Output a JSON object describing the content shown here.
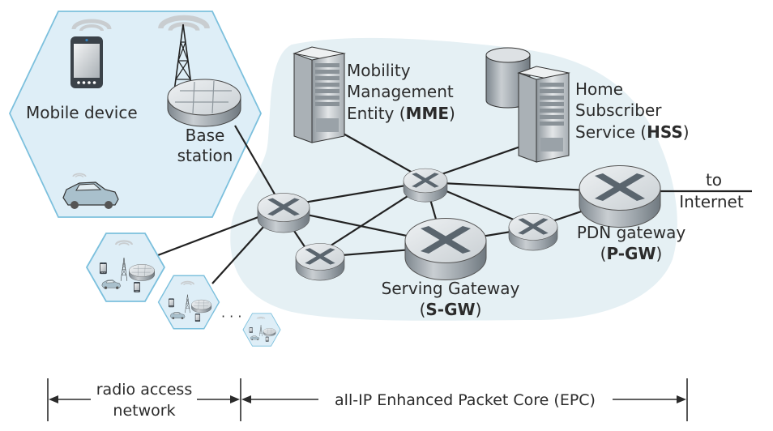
{
  "title": "4G LTE architecture: radio access network and all-IP Enhanced Packet Core",
  "colors": {
    "cell_fill": "#deeef7",
    "cell_stroke": "#7cc0dd",
    "epc_cloud": "#e5f0f4",
    "link": "#222222",
    "text": "#2b2b2b",
    "router_top": "#d8dcdf",
    "router_side": "#9aa2a8",
    "router_x": "#59646d"
  },
  "radio_cell": {
    "mobile_device_label": "Mobile device",
    "base_station_label_line1": "Base",
    "base_station_label_line2": "station"
  },
  "mme": {
    "label_line1": "Mobility",
    "label_line2": "Management",
    "label_line3_prefix": "Entity (",
    "label_line3_bold": "MME",
    "label_line3_suffix": ")"
  },
  "hss": {
    "label_line1": "Home",
    "label_line2": "Subscriber",
    "label_line3_prefix": "Service (",
    "label_line3_bold": "HSS",
    "label_line3_suffix": ")"
  },
  "sgw": {
    "label_line1": "Serving Gateway",
    "label_line2_prefix": "(",
    "label_line2_bold": "S-GW",
    "label_line2_suffix": ")"
  },
  "pgw": {
    "label_line1": "PDN gateway",
    "label_line2_prefix": "(",
    "label_line2_bold": "P-GW",
    "label_line2_suffix": ")"
  },
  "internet": {
    "label_line1": "to",
    "label_line2": "Internet"
  },
  "ellipsis": "· · ·",
  "extent": {
    "ran_line1": "radio access",
    "ran_line2": "network",
    "epc": "all-IP Enhanced Packet Core (EPC)"
  },
  "icons": [
    "smartphone-icon",
    "cell-tower-icon",
    "base-station-icon",
    "car-icon",
    "server-icon",
    "database-icon",
    "router-icon"
  ]
}
